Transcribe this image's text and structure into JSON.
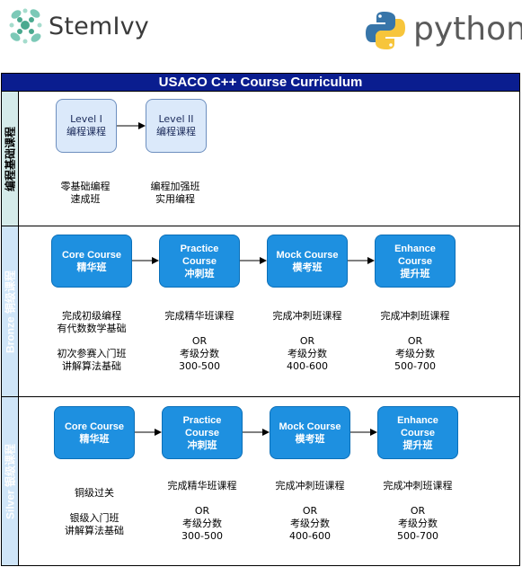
{
  "logos": {
    "stemivy": "StemIvy",
    "python": "python"
  },
  "title": "USACO C++ Course Curriculum",
  "lanes": [
    {
      "label": "编程基础课程",
      "boxes": [
        {
          "line1": "Level I",
          "line2": "编程课程"
        },
        {
          "line1": "Level II",
          "line2": "编程课程"
        }
      ],
      "notes": [
        [
          "零基础编程",
          "速成班"
        ],
        [
          "编程加强班",
          "实用编程"
        ]
      ]
    },
    {
      "label": "Bronze 铜级课程",
      "boxes": [
        {
          "line1": "Core Course",
          "line2": "精华班"
        },
        {
          "line1": "Practice",
          "line2": "Course",
          "line3": "冲刺班"
        },
        {
          "line1": "Mock Course",
          "line2": "模考班"
        },
        {
          "line1": "Enhance",
          "line2": "Course",
          "line3": "提升班"
        }
      ],
      "notes": [
        [
          "完成初级编程",
          "有代数数学基础",
          "",
          "初次参赛入门班",
          "讲解算法基础"
        ],
        [
          "完成精华班课程",
          "",
          "OR",
          "考级分数",
          "300-500"
        ],
        [
          "完成冲刺班课程",
          "",
          "OR",
          "考级分数",
          "400-600"
        ],
        [
          "完成冲刺班课程",
          "",
          "OR",
          "考级分数",
          "500-700"
        ]
      ]
    },
    {
      "label": "Silver 银级课程",
      "boxes": [
        {
          "line1": "Core Course",
          "line2": "精华班"
        },
        {
          "line1": "Practice",
          "line2": "Course",
          "line3": "冲刺班"
        },
        {
          "line1": "Mock Course",
          "line2": "模考班"
        },
        {
          "line1": "Enhance",
          "line2": "Course",
          "line3": "提升班"
        }
      ],
      "notes": [
        [
          "铜级过关",
          "",
          "银级入门班",
          "讲解算法基础"
        ],
        [
          "完成精华班课程",
          "",
          "OR",
          "考级分数",
          "300-500"
        ],
        [
          "完成冲刺班课程",
          "",
          "OR",
          "考级分数",
          "400-600"
        ],
        [
          "完成冲刺班课程",
          "",
          "OR",
          "考级分数",
          "500-700"
        ]
      ]
    }
  ],
  "colors": {
    "title_bar": "#0a1d8f",
    "dark_box": "#1e90e0",
    "light_box": "#dbe9fa",
    "lane1_label_bg": "#d5ebea",
    "lane23_label_bg": "#cfe5f8"
  }
}
